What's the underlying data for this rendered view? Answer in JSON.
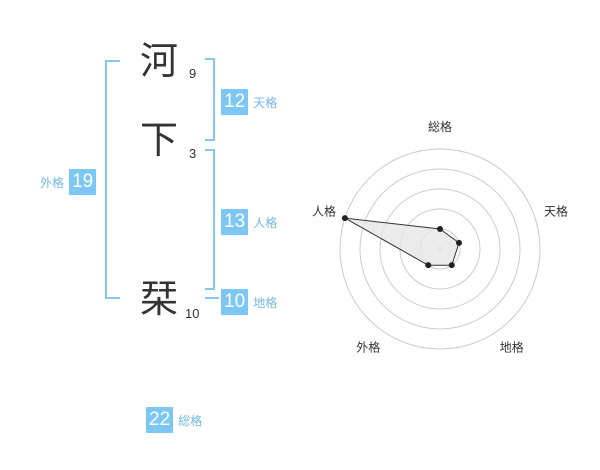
{
  "name": {
    "chars": [
      {
        "char": "河",
        "strokes": "9"
      },
      {
        "char": "下",
        "strokes": "3"
      },
      {
        "char": "栞",
        "strokes": "10"
      }
    ]
  },
  "fortunes": {
    "tenkaku": {
      "value": "12",
      "label": "天格"
    },
    "jinkaku": {
      "value": "13",
      "label": "人格"
    },
    "chikaku": {
      "value": "10",
      "label": "地格"
    },
    "gaikaku": {
      "value": "19",
      "label": "外格"
    },
    "soukaku": {
      "value": "22",
      "label": "総格"
    }
  },
  "chart_data": {
    "type": "radar",
    "axes": [
      "総格",
      "天格",
      "地格",
      "外格",
      "人格"
    ],
    "values": [
      1,
      1,
      1,
      1,
      5
    ],
    "rmax": 5,
    "rings": 5,
    "colors": {
      "ring": "#cccccc",
      "fill": "#e6e6e6",
      "line": "#333333",
      "point": "#222222"
    }
  }
}
